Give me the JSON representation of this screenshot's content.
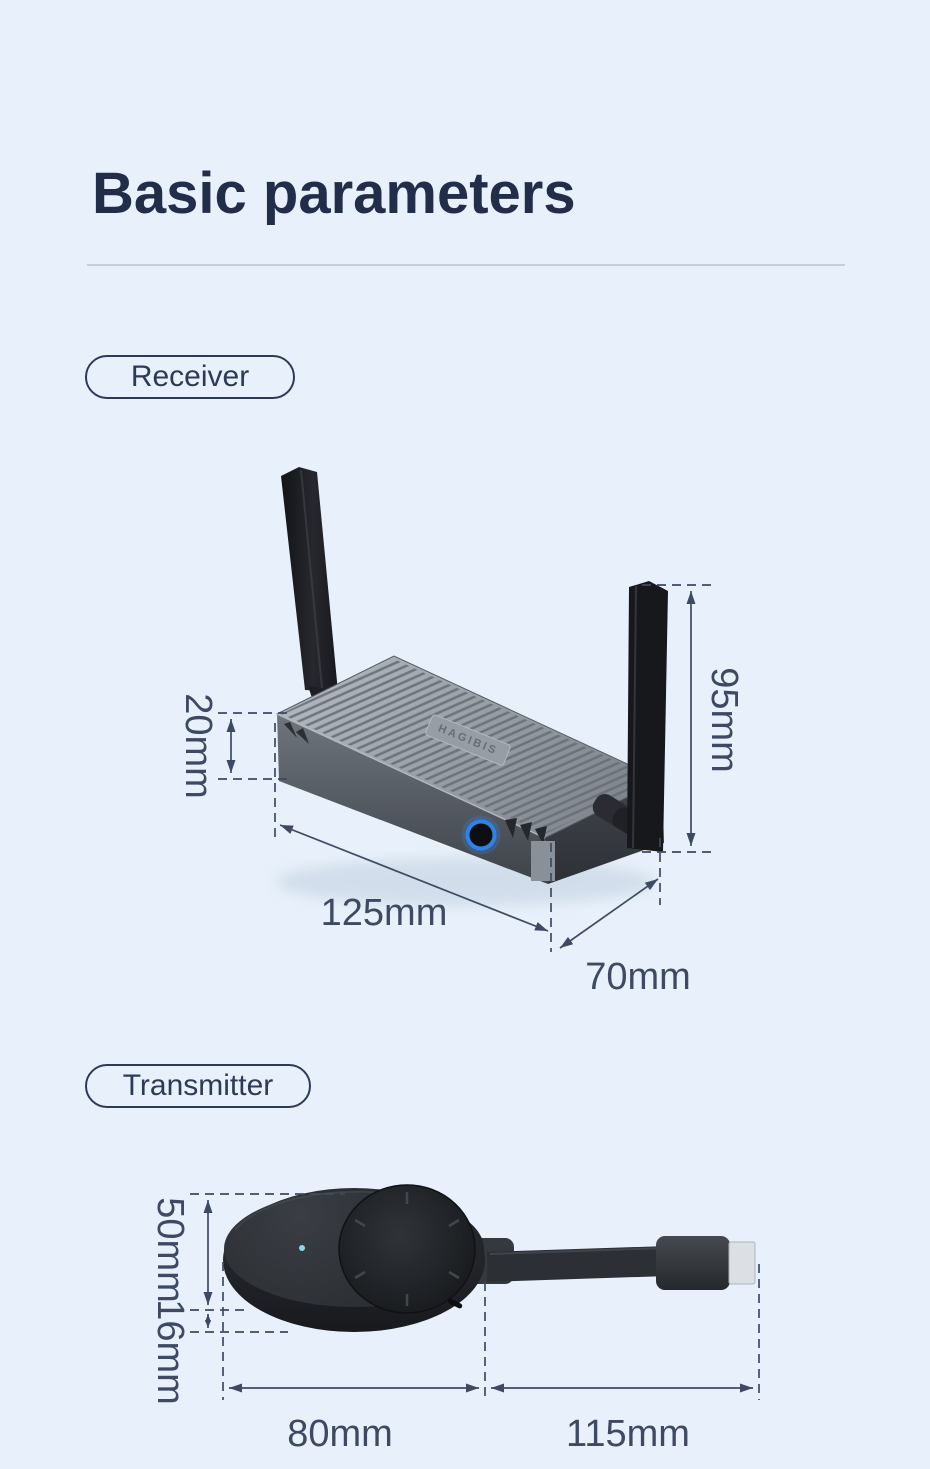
{
  "header": {
    "title": "Basic parameters"
  },
  "receiver": {
    "label": "Receiver",
    "brand_logo": "HAGIBIS",
    "dimensions": {
      "front_height": "20mm",
      "antenna_height": "95mm",
      "length": "125mm",
      "depth": "70mm"
    }
  },
  "transmitter": {
    "label": "Transmitter",
    "dimensions": {
      "body_width": "50mm",
      "thickness": "16mm",
      "body_length": "80mm",
      "plug_length": "115mm"
    }
  },
  "colors": {
    "background": "#e8f1fb",
    "title_text": "#222e49",
    "dimension_text": "#3e4a63",
    "divider": "#c9ced6",
    "pill_border": "#2c3a57",
    "accent_blue": "#2f82e8",
    "led_cyan": "#8fd8ea",
    "device_dark": "#1b1d21",
    "device_gray": "#8d939b"
  }
}
